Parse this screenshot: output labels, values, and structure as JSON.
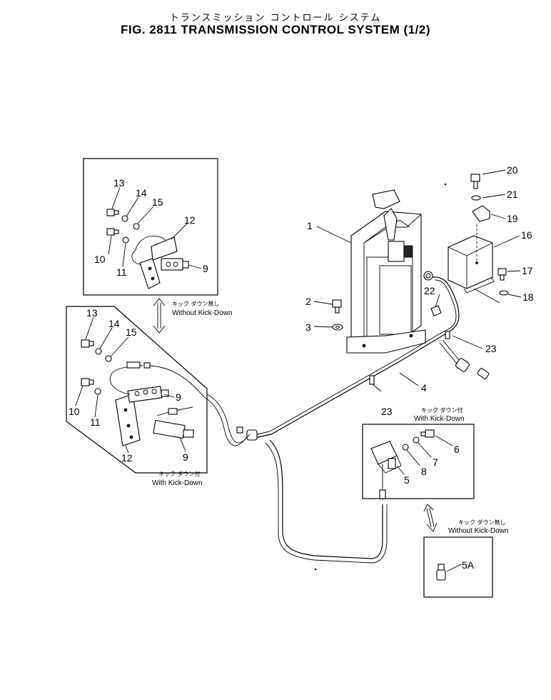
{
  "title_jp": "トランスミッション コントロール システム",
  "title_en": "FIG. 2811 TRANSMISSION CONTROL SYSTEM (1/2)",
  "variants": {
    "without_kickdown_jp": "キック ダウン無し",
    "without_kickdown_en": "Without Kick-Down",
    "with_kickdown_jp": "キック ダウン付",
    "with_kickdown_en": "With Kick-Down"
  },
  "parts": {
    "p1": "1",
    "p2": "2",
    "p3": "3",
    "p4": "4",
    "p5": "5",
    "p5a": "5A",
    "p6": "6",
    "p7": "7",
    "p8": "8",
    "p9": "9",
    "p10": "10",
    "p11": "11",
    "p12": "12",
    "p13": "13",
    "p14": "14",
    "p15": "15",
    "p16": "16",
    "p17": "17",
    "p18": "18",
    "p19": "19",
    "p20": "20",
    "p21": "21",
    "p22": "22",
    "p23": "23"
  }
}
